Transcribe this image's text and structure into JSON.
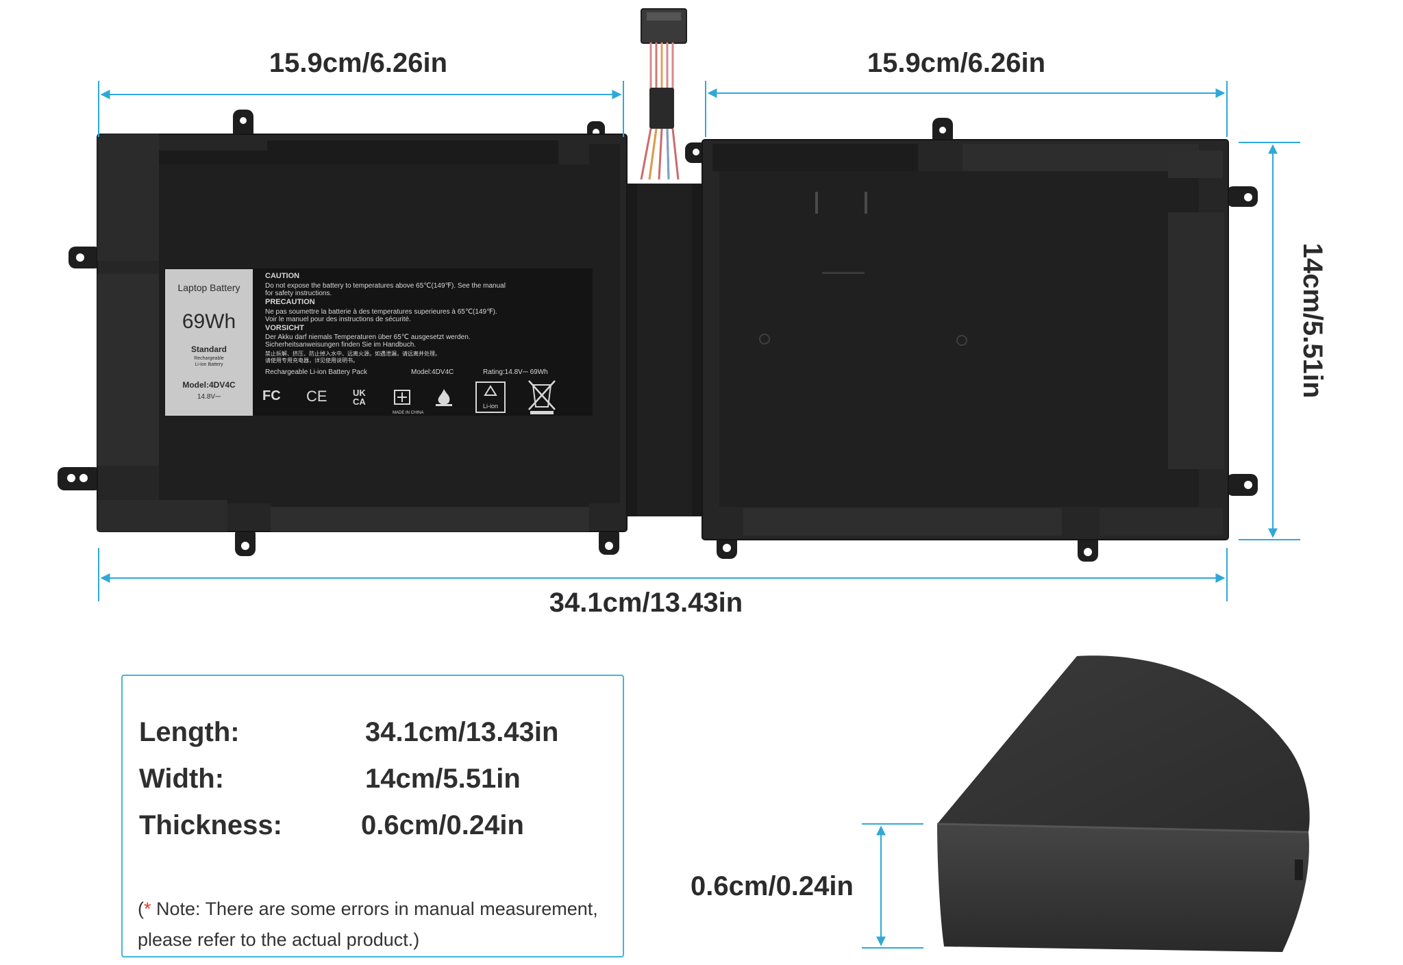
{
  "dimensions": {
    "top_left_width": "15.9cm/6.26in",
    "top_right_width": "15.9cm/6.26in",
    "height": "14cm/5.51in",
    "total_length": "34.1cm/13.43in",
    "thickness_callout": "0.6cm/0.24in"
  },
  "battery_label": {
    "side_title": "Laptop Battery",
    "capacity": "69Wh",
    "standard": "Standard",
    "standard_sub1": "Rechargeable",
    "standard_sub2": "Li-ion Battery",
    "model": "Model:4DV4C",
    "voltage": "14.8V⎓",
    "caution_title": "CAUTION",
    "caution_line1": "Do not expose the battery to temperatures above 65℃(149℉). See the manual",
    "caution_line2": "for safety instructions.",
    "precaution_title": "PRECAUTION",
    "precaution_line1": "Ne pas soumettre la batterie à des temperatures superieures à 65℃(149℉).",
    "precaution_line2": "Voir le manuel pour des instructions de sécurité.",
    "vorsicht_title": "VORSICHT",
    "vorsicht_line1": "Der Akku darf niemals Temperaturen über 65℃ ausgesetzt werden.",
    "vorsicht_line2": "Sicherheitsanweisungen finden Sie im Handbuch.",
    "chinese_line1": "禁止拆解、挤压、防止掉入水中、远离火源。如遇泄漏，请远离并处理。",
    "chinese_line2": "请使用专用充电器，详见使用说明书。",
    "footer_type": "Rechargeable Li-ion Battery Pack",
    "footer_model": "Model:4DV4C",
    "footer_rating": "Rating:14.8V⎓ 69Wh",
    "cert_fc": "FC",
    "cert_ce": "CE",
    "cert_ukca_top": "UK",
    "cert_ukca_bottom": "CA",
    "made_in": "MADE IN CHINA",
    "recycle": "Li-ion"
  },
  "specs": {
    "length_label": "Length:",
    "length_value": "34.1cm/13.43in",
    "width_label": "Width:",
    "width_value": "14cm/5.51in",
    "thickness_label": "Thickness:",
    "thickness_value": "0.6cm/0.24in",
    "note_star": "*",
    "note_open": "(",
    "note_text": " Note: There are some errors in manual measurement, please refer to the actual product.)"
  },
  "colors": {
    "dimension_line": "#2fa8d8",
    "battery_body": "#262626",
    "battery_edge": "#1a1a1a",
    "label_bg": "#c9c9c9",
    "panel_border": "#3fb6d8",
    "note_star": "#e03a2f"
  }
}
